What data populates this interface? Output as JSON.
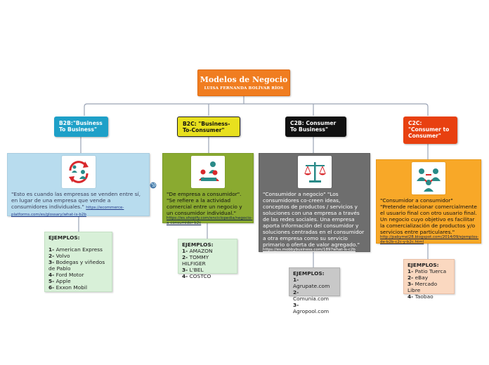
{
  "root": {
    "title": "Modelos de Negocio",
    "subtitle": "LUISA FERNANDA BOLÍVAR RÍOS"
  },
  "colors": {
    "root": "#f07d20",
    "b2b": "#1ea0c8",
    "b2c": "#e8e01e",
    "c2b": "#111111",
    "c2c": "#e84010",
    "b2b_desc": "#b8dcee",
    "b2c_desc": "#8aaa30",
    "c2b_desc": "#6e6e6e",
    "c2c_desc": "#f8a828"
  },
  "branches": [
    {
      "key": "b2b",
      "label": "B2B:\"Business To Business\"",
      "icon": "refresh-people-icon",
      "description": "\"Esto es cuando las empresas se venden entre sí, en lugar de una empresa que vende a consumidores individuales.\" ",
      "link": "https://ecommerce-platforms.com/es/glossary/what-is-b2b",
      "examples_header": "EJEMPLOS:",
      "examples": [
        {
          "num": "1-",
          "name": "American Express"
        },
        {
          "num": "2-",
          "name": "Volvo"
        },
        {
          "num": "3-",
          "name": "Bodegas y viñedos de Pablo"
        },
        {
          "num": "4-",
          "name": "Ford Motor"
        },
        {
          "num": "5-",
          "name": "Apple"
        },
        {
          "num": "6-",
          "name": "Exxon Mobil"
        }
      ]
    },
    {
      "key": "b2c",
      "label": "B2C: \"Business-To-Consumer\"",
      "icon": "meeting-people-icon",
      "description": "\"De empresa a consumidor\". \"Se refiere a la actividad comercial entre un negocio y un consumidor individual.\"",
      "link": "https://es.shopify.com/enciclopedia/negocio-a-consumidor-b2c",
      "examples_header": "EJEMPLOS:",
      "examples": [
        {
          "num": "1-",
          "name": "AMAZON"
        },
        {
          "num": "2-",
          "name": "TOMMY HILFIGER"
        },
        {
          "num": "3-",
          "name": "L'BEL"
        },
        {
          "num": "4-",
          "name": "COSTCO"
        }
      ]
    },
    {
      "key": "c2b",
      "label": "C2B: Consumer To Business\"",
      "icon": "balance-scale-icon",
      "description": "\"Consumidor a negocio\"  \"Los consumidores co-creen ideas, conceptos de productos / servicios y soluciones con una empresa a través de las redes sociales. Una empresa aporta información del consumidor y soluciones centradas en el consumidor a otra empresa como su servicio primario o oferta de valor agregado.\"",
      "link": "https://es.mobbybusiness.com/1897what-is-c2b",
      "examples_header": "EJEMPLOS:",
      "examples": [
        {
          "num": "1-",
          "name": "Agrupate.com"
        },
        {
          "num": "2-",
          "name": "Comunia.com"
        },
        {
          "num": "3-",
          "name": "Agropool.com"
        }
      ]
    },
    {
      "key": "c2c",
      "label": "C2C: \"Consumer to Consumer\"",
      "icon": "people-network-icon",
      "description": "\"Consumidor a consumidor\" \"Pretende relacionar comercialmente el usuario final con otro usuario final. Un negocio cuyo objetivo es facilitar la comercialización de productos y/o servicios entre particulares.\"",
      "link": "http://pabymel28.blogspot.com/2014/09/ejemplos-de-b2b-c2c-y-b2c.html",
      "examples_header": "EJEMPLOS:",
      "examples": [
        {
          "num": "1-",
          "name": "Patio Tuerca"
        },
        {
          "num": "2-",
          "name": "eBay"
        },
        {
          "num": "3-",
          "name": "Mercado Libre"
        },
        {
          "num": "4-",
          "name": "Taobao"
        }
      ]
    }
  ]
}
